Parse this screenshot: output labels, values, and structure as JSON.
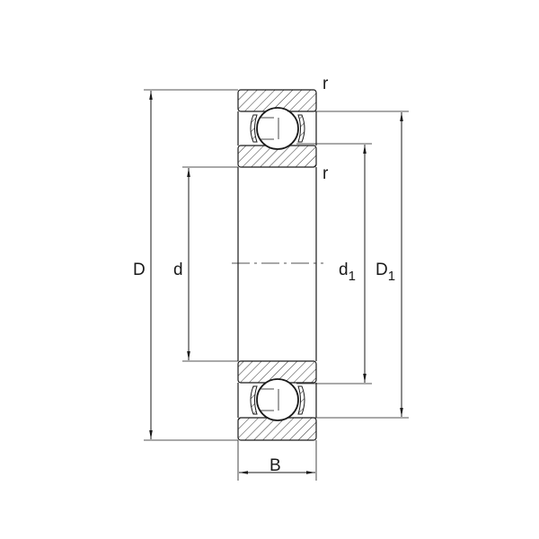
{
  "labels": {
    "outer_diameter": "D",
    "bore_diameter": "d",
    "inner_shoulder": "d",
    "inner_shoulder_sub": "1",
    "outer_shoulder": "D",
    "outer_shoulder_sub": "1",
    "width": "B",
    "radius_top": "r",
    "radius_inner": "r"
  },
  "colors": {
    "line": "#1a1a1a",
    "background": "#ffffff"
  }
}
